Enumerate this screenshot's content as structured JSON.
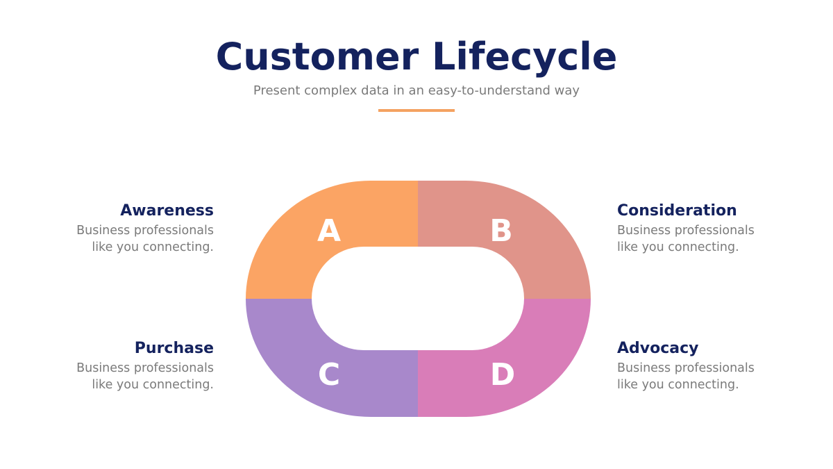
{
  "header": {
    "title": "Customer Lifecycle",
    "subtitle": "Present complex data in an easy-to-understand way",
    "accent_color": "#F4A261"
  },
  "diagram": {
    "type": "segmented-ring",
    "segments": [
      {
        "letter": "A",
        "color": "#FBA464",
        "position": "top-left"
      },
      {
        "letter": "B",
        "color": "#E0948A",
        "position": "top-right"
      },
      {
        "letter": "C",
        "color": "#A888CB",
        "position": "bottom-left"
      },
      {
        "letter": "D",
        "color": "#D97DB8",
        "position": "bottom-right"
      }
    ]
  },
  "stages": [
    {
      "title": "Awareness",
      "desc_line1": "Business professionals",
      "desc_line2": "like you connecting."
    },
    {
      "title": "Consideration",
      "desc_line1": "Business professionals",
      "desc_line2": "like you connecting."
    },
    {
      "title": "Purchase",
      "desc_line1": "Business professionals",
      "desc_line2": "like you connecting."
    },
    {
      "title": "Advocacy",
      "desc_line1": "Business professionals",
      "desc_line2": "like you connecting."
    }
  ]
}
